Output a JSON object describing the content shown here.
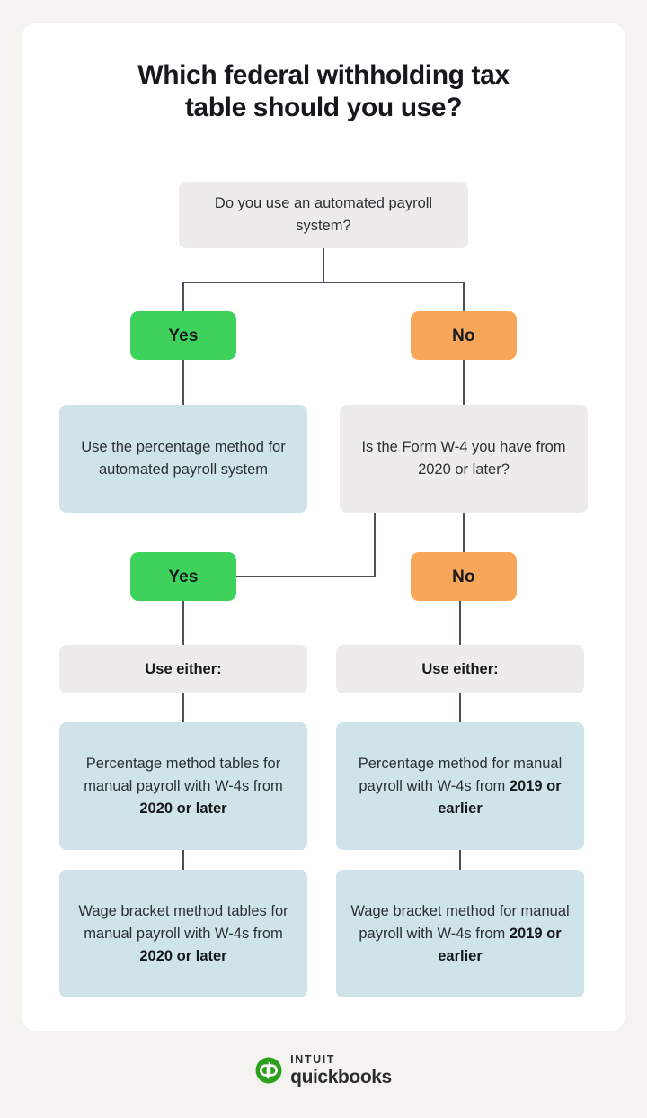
{
  "page": {
    "background_color": "#f4f3ef",
    "card_color": "#ffffff"
  },
  "title": {
    "line1": "Which federal withholding tax",
    "line2": "table should you use?"
  },
  "colors": {
    "grey_box": "#edeceb",
    "blue_box": "#cfe4e9",
    "green_answer": "#3ed15b",
    "orange_answer": "#f8a659",
    "connector_line": "#4a5059",
    "text": "#2c3034",
    "brand_green": "#2ca01c"
  },
  "flow": {
    "question_1": "Do you use an automated payroll system?",
    "answer_yes_1": "Yes",
    "answer_no_1": "No",
    "result_automated": "Use the percentage method for automated payroll system",
    "question_2": "Is the Form W-4 you have from 2020 or later?",
    "answer_yes_2": "Yes",
    "answer_no_2": "No",
    "use_either_left": "Use either:",
    "use_either_right": "Use either:",
    "percentage_left": {
      "normal": "Percentage method tables for manual payroll with W-4s from ",
      "bold": "2020 or later"
    },
    "percentage_right": {
      "normal": "Percentage method for manual payroll with W-4s from ",
      "bold": "2019 or earlier"
    },
    "wage_bracket_left": {
      "normal": "Wage bracket method tables for manual payroll with W-4s from ",
      "bold": "2020 or later"
    },
    "wage_bracket_right": {
      "normal": "Wage bracket method for manual payroll with W-4s from ",
      "bold": "2019 or earlier"
    }
  },
  "footer": {
    "logo_icon": "quickbooks-qb-circle-icon",
    "brand_top": "INTUIT",
    "brand_bottom": "quickbooks"
  }
}
